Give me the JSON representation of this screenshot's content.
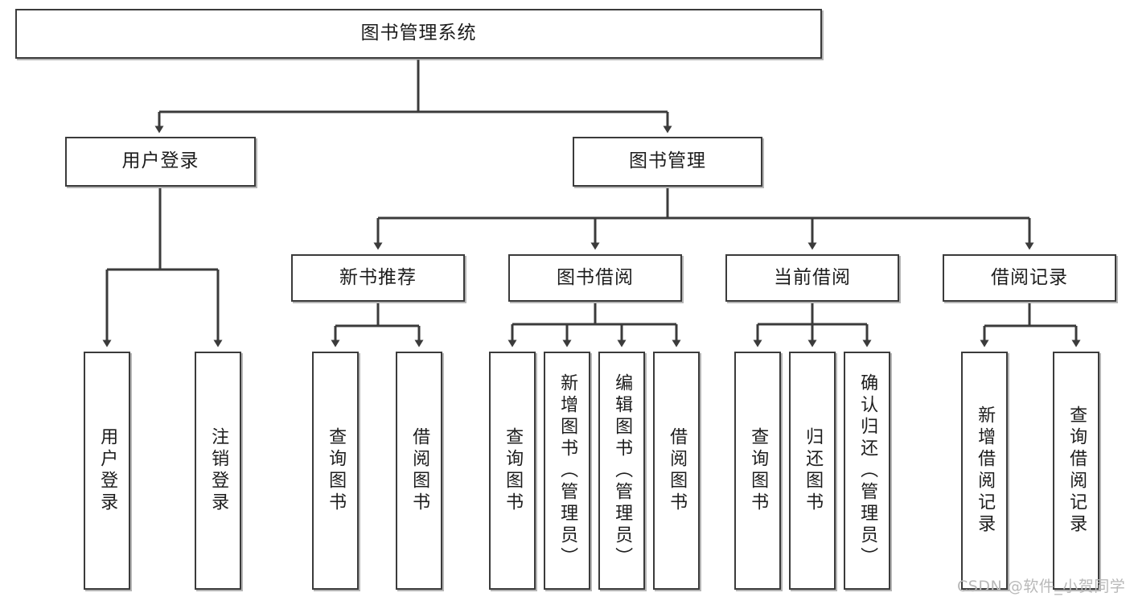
{
  "diagram": {
    "title": "图书管理系统",
    "type": "tree-hierarchy",
    "orientation": "top-down",
    "colors": {
      "box_border": "#3b3b3b",
      "box_fill": "#ffffff",
      "edge": "#3b3b3b",
      "text": "#1d1d1d",
      "watermark": "#b9b9b9",
      "background": "#ffffff"
    },
    "root": {
      "id": "root",
      "label": "图书管理系统",
      "text_mode": "horizontal"
    },
    "level2": [
      {
        "id": "user-login",
        "label": "用户登录",
        "text_mode": "horizontal"
      },
      {
        "id": "book-manage",
        "label": "图书管理",
        "text_mode": "horizontal"
      }
    ],
    "level3": [
      {
        "id": "new-book-recommend",
        "label": "新书推荐",
        "parent": "book-manage",
        "text_mode": "horizontal"
      },
      {
        "id": "book-borrow",
        "label": "图书借阅",
        "parent": "book-manage",
        "text_mode": "horizontal"
      },
      {
        "id": "current-borrow",
        "label": "当前借阅",
        "parent": "book-manage",
        "text_mode": "horizontal"
      },
      {
        "id": "borrow-record",
        "label": "借阅记录",
        "parent": "book-manage",
        "text_mode": "horizontal"
      }
    ],
    "leaves": [
      {
        "id": "leaf-user-login",
        "label": "用户登录",
        "parent": "user-login",
        "text_mode": "vertical"
      },
      {
        "id": "leaf-logout-login",
        "label": "注销登录",
        "parent": "user-login",
        "text_mode": "vertical"
      },
      {
        "id": "leaf-query-book-1",
        "label": "查询图书",
        "parent": "new-book-recommend",
        "text_mode": "vertical"
      },
      {
        "id": "leaf-borrow-book-1",
        "label": "借阅图书",
        "parent": "new-book-recommend",
        "text_mode": "vertical"
      },
      {
        "id": "leaf-query-book-2",
        "label": "查询图书",
        "parent": "book-borrow",
        "text_mode": "vertical"
      },
      {
        "id": "leaf-add-book-admin",
        "label": "新增图书（管理员）",
        "parent": "book-borrow",
        "text_mode": "vertical"
      },
      {
        "id": "leaf-edit-book-admin",
        "label": "编辑图书（管理员）",
        "parent": "book-borrow",
        "text_mode": "vertical"
      },
      {
        "id": "leaf-borrow-book-2",
        "label": "借阅图书",
        "parent": "book-borrow",
        "text_mode": "vertical"
      },
      {
        "id": "leaf-query-book-3",
        "label": "查询图书",
        "parent": "current-borrow",
        "text_mode": "vertical"
      },
      {
        "id": "leaf-return-book",
        "label": "归还图书",
        "parent": "current-borrow",
        "text_mode": "vertical"
      },
      {
        "id": "leaf-confirm-return-admin",
        "label": "确认归还（管理员）",
        "parent": "current-borrow",
        "text_mode": "vertical"
      },
      {
        "id": "leaf-add-borrow-record",
        "label": "新增借阅记录",
        "parent": "borrow-record",
        "text_mode": "vertical"
      },
      {
        "id": "leaf-query-borrow-record",
        "label": "查询借阅记录",
        "parent": "borrow-record",
        "text_mode": "vertical"
      }
    ],
    "watermark": "CSDN @软件_小贺同学"
  }
}
